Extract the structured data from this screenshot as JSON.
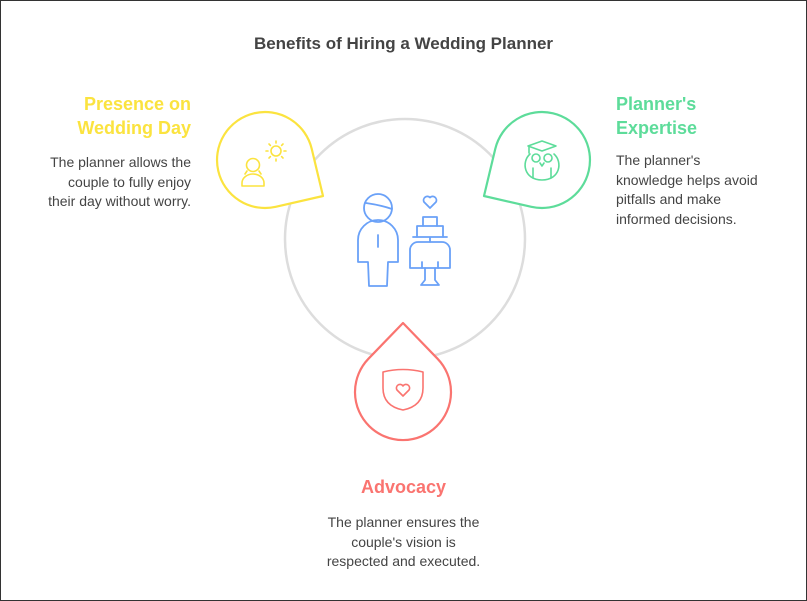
{
  "title": "Benefits of Hiring a Wedding Planner",
  "items": [
    {
      "heading": "Presence on Wedding Day",
      "heading_lines": [
        "Presence on",
        "Wedding Day"
      ],
      "text_lines": [
        "The planner allows the",
        "couple to fully enjoy",
        "their day without worry."
      ],
      "color": "#fbe33f",
      "icon": "bride-sun-icon"
    },
    {
      "heading": "Planner's Expertise",
      "heading_lines": [
        "Planner's",
        "Expertise"
      ],
      "text_lines": [
        "The planner's",
        "knowledge helps avoid",
        "pitfalls and make",
        "informed decisions."
      ],
      "color": "#5ddc9a",
      "icon": "owl-graduate-icon"
    },
    {
      "heading": "Advocacy",
      "heading_lines": [
        "Advocacy"
      ],
      "text_lines": [
        "The planner ensures the",
        "couple's vision is",
        "respected and executed."
      ],
      "color": "#fa7470",
      "icon": "shield-heart-icon"
    }
  ],
  "center_icon": "groom-cake-icon",
  "colors": {
    "center": "#6aa1f8",
    "ring": "#dddddd"
  }
}
